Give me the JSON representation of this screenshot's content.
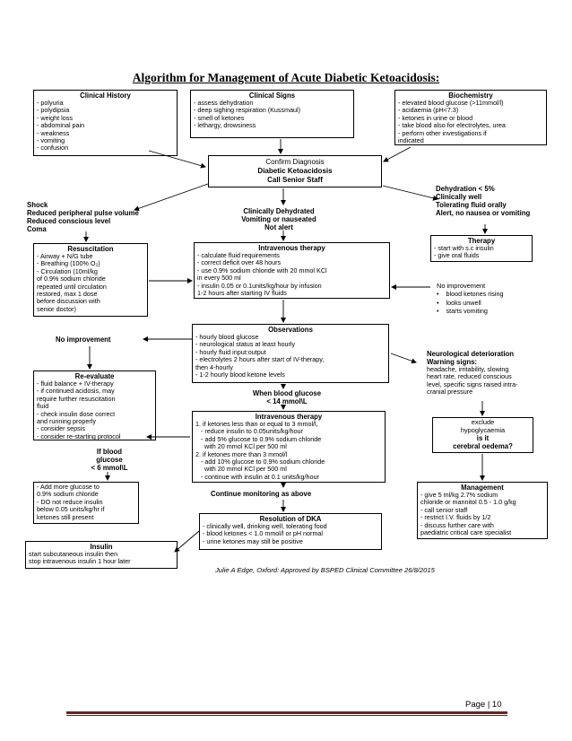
{
  "title": "Algorithm for Management of Acute Diabetic Ketoacidosis:",
  "clinical_history": {
    "title": "Clinical History",
    "items": [
      "- polyuria",
      "- polydipsia",
      "- weight loss",
      "- abdominal pain",
      "- weakness",
      "- vomiting",
      "- confusion"
    ]
  },
  "clinical_signs": {
    "title": "Clinical Signs",
    "items": [
      "- assess dehydration",
      "- deep sighing respiration (Kussmaul)",
      "- smell of ketones",
      "- lethargy, drowsiness"
    ]
  },
  "biochemistry": {
    "title": "Biochemistry",
    "items": [
      "- elevated blood glucose (>11mmol/l)",
      "- acidaemia (pH<7.3)",
      "- ketones in urine or blood",
      "- take blood also for electrolytes, urea",
      "- perform other investigations if",
      "indicated"
    ]
  },
  "confirm": {
    "line1": "Confirm Diagnosis",
    "line2": "Diabetic Ketoacidosis",
    "line3": "Call Senior Staff"
  },
  "shock": {
    "lines": [
      "Shock",
      "Reduced peripheral pulse volume",
      "Reduced conscious level",
      "Coma"
    ]
  },
  "dehydrated": {
    "lines": [
      "Clinically Dehydrated",
      "Vomiting or nauseated",
      "Not alert"
    ]
  },
  "mild": {
    "lines": [
      "Dehydration < 5%",
      "Clinically well",
      "Tolerating fluid orally",
      "Alert, no nausea or vomiting"
    ]
  },
  "resuscitation": {
    "title": "Resuscitation",
    "items": [
      "- Airway + N/G tube",
      "- Breathing (100% O₂)",
      "- Circulation (10ml/kg",
      "of 0.9% sodium chloride",
      "repeated until circulation",
      "restored, max 1 dose",
      "before discussion with",
      "senior doctor)"
    ]
  },
  "iv_therapy": {
    "title": "Intravenous therapy",
    "items": [
      "- calculate fluid requirements",
      "- correct deficit over 48 hours",
      "- use 0.9% sodium chloride with 20 mmol KCl",
      "in every 500 ml",
      "- insulin 0.05 or 0.1units/kg/hour by infusion",
      "1-2 hours after starting IV fluids"
    ]
  },
  "therapy": {
    "title": "Therapy",
    "items": [
      "- start with s.c insulin",
      "- give oral fluids"
    ]
  },
  "no_improvement_right": {
    "heading": "No improvement",
    "bullets": [
      "blood ketones rising",
      "looks unwell",
      "starts vomiting"
    ]
  },
  "observations": {
    "title": "Observations",
    "items": [
      "- hourly blood glucose",
      "- neurological status at least hourly",
      "- hourly fluid input:output",
      "- electrolytes 2 hours after start of IV-therapy,",
      "then 4-hourly",
      "- 1-2 hourly blood ketone levels"
    ]
  },
  "no_improvement_left": "No improvement",
  "reevaluate": {
    "title": "Re-evaluate",
    "items": [
      "- fluid balance + IV-therapy",
      "- if continued acidosis, may",
      "require further resuscitation",
      "fluid",
      "- check insulin dose correct",
      "and running properly",
      "- consider sepsis",
      "- consider re-starting protocol"
    ]
  },
  "neuro": {
    "lines": [
      "Neurological deterioration",
      "Warning signs:"
    ],
    "items": [
      "headache, irritability, slowing",
      "heart rate, reduced conscious",
      "level, specific signs raised intra-",
      "cranial pressure"
    ]
  },
  "when_glucose": {
    "line1": "When blood glucose",
    "line2": "< 14 mmol\\L"
  },
  "iv_therapy2": {
    "title": "Intravenous therapy",
    "items": [
      "1. if ketones less than or equal to 3 mmol/l,",
      "- reduce insulin to 0.05units/kg/hour",
      "- add 5% glucose to 0.9% sodium chloride",
      "with 20 mmol KCl per 500 ml",
      "2. if ketones more than 3 mmol/l",
      "- add 10% glucose to 0.9% sodium chloride",
      "with 20 mmol KCl per 500 ml",
      "- continue with insulin at 0.1 units/kg/hour"
    ]
  },
  "exclude": {
    "lines": [
      "exclude",
      "hypoglycaemia",
      "is it",
      "cerebral oedema?"
    ]
  },
  "if_glucose": {
    "lines": [
      "If blood",
      "glucose",
      "< 6 mmol\\L"
    ]
  },
  "add_glucose": {
    "items": [
      "- Add more glucose to",
      "0.9% sodium chloride",
      "- DO not reduce insulin",
      "below 0.05 units/kg/hr if",
      "ketones still present"
    ]
  },
  "continue_monitoring": "Continue monitoring as above",
  "management": {
    "title": "Management",
    "items": [
      "- give 5 ml/kg 2.7% sodium",
      "chloride or mannitol 0.5 - 1.0 g/kg",
      "- call senior staff",
      "- restrict I.V. fluids by 1/2",
      "- discuss further care with",
      "paediatric critical care specialist"
    ]
  },
  "resolution": {
    "title": "Resolution of DKA",
    "items": [
      "- clinically well, drinking well, tolerating food",
      "- blood ketones < 1.0 mmol/l or pH normal",
      "- urine ketones may still be positive"
    ]
  },
  "insulin": {
    "title": "Insulin",
    "items": [
      "start subcutaneous insulin then",
      "stop intravenous insulin 1 hour later"
    ]
  },
  "footer": "Julie A Edge, Oxford: Approved by BSPED Clinical Committee 26/8/2015",
  "page_label": "Page | 10"
}
